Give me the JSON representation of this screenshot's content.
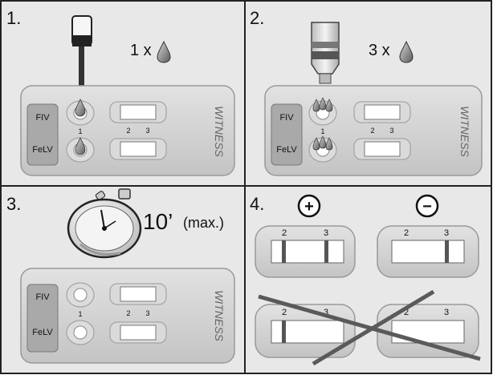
{
  "panels": [
    {
      "number": "1.",
      "drop_count": "1 x",
      "labels": {
        "fiv": "FIV",
        "felv": "FeLV",
        "well": "1",
        "win2": "2",
        "win3": "3",
        "brand": "WITNESS"
      }
    },
    {
      "number": "2.",
      "drop_count": "3 x",
      "labels": {
        "fiv": "FIV",
        "felv": "FeLV",
        "well": "1",
        "win2": "2",
        "win3": "3",
        "brand": "WITNESS"
      }
    },
    {
      "number": "3.",
      "timer": "10’",
      "timer_note": "(max.)",
      "labels": {
        "fiv": "FIV",
        "felv": "FeLV",
        "well": "1",
        "win2": "2",
        "win3": "3",
        "brand": "WITNESS"
      }
    },
    {
      "number": "4.",
      "positive_symbol": "+",
      "negative_symbol": "−",
      "windows": {
        "positive": [
          "2",
          "3"
        ],
        "negative": [
          "2",
          "3"
        ],
        "invalid_left": [
          "2",
          "3"
        ],
        "invalid_right": [
          "2",
          "3"
        ]
      }
    }
  ],
  "colors": {
    "panel": "#e6e6e6",
    "card": "#cfcfcf",
    "dark": "#333333",
    "line": "#555555"
  }
}
